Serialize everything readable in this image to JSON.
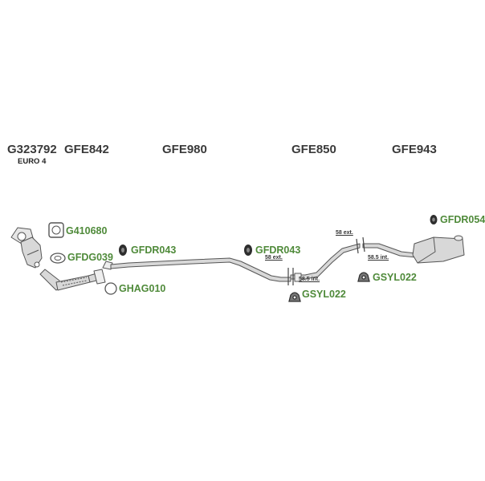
{
  "sections": {
    "catalyst": "G323792",
    "euro": "EURO 4",
    "front_pipe": "GFE842",
    "middle_pipe": "GFE980",
    "centre_pipe": "GFE850",
    "rear_silencer": "GFE943"
  },
  "parts": {
    "gasket_square": "G410680",
    "gasket_ring": "GFDG039",
    "hanger_ring": "GHAG010",
    "mount_rubber_1": "GFDR043",
    "mount_rubber_2": "GFDR043",
    "mount_rubber_rear": "GFDR054",
    "clamp_1": "GSYL022",
    "clamp_2": "GSYL022"
  },
  "dimensions": {
    "d1": "58 ext.",
    "d2": "58.5 int.",
    "d3": "58 ext.",
    "d4": "58.5 int."
  },
  "colors": {
    "label_green": "#4f8a3a",
    "outline": "#555555",
    "fill": "#d8d8d8"
  }
}
